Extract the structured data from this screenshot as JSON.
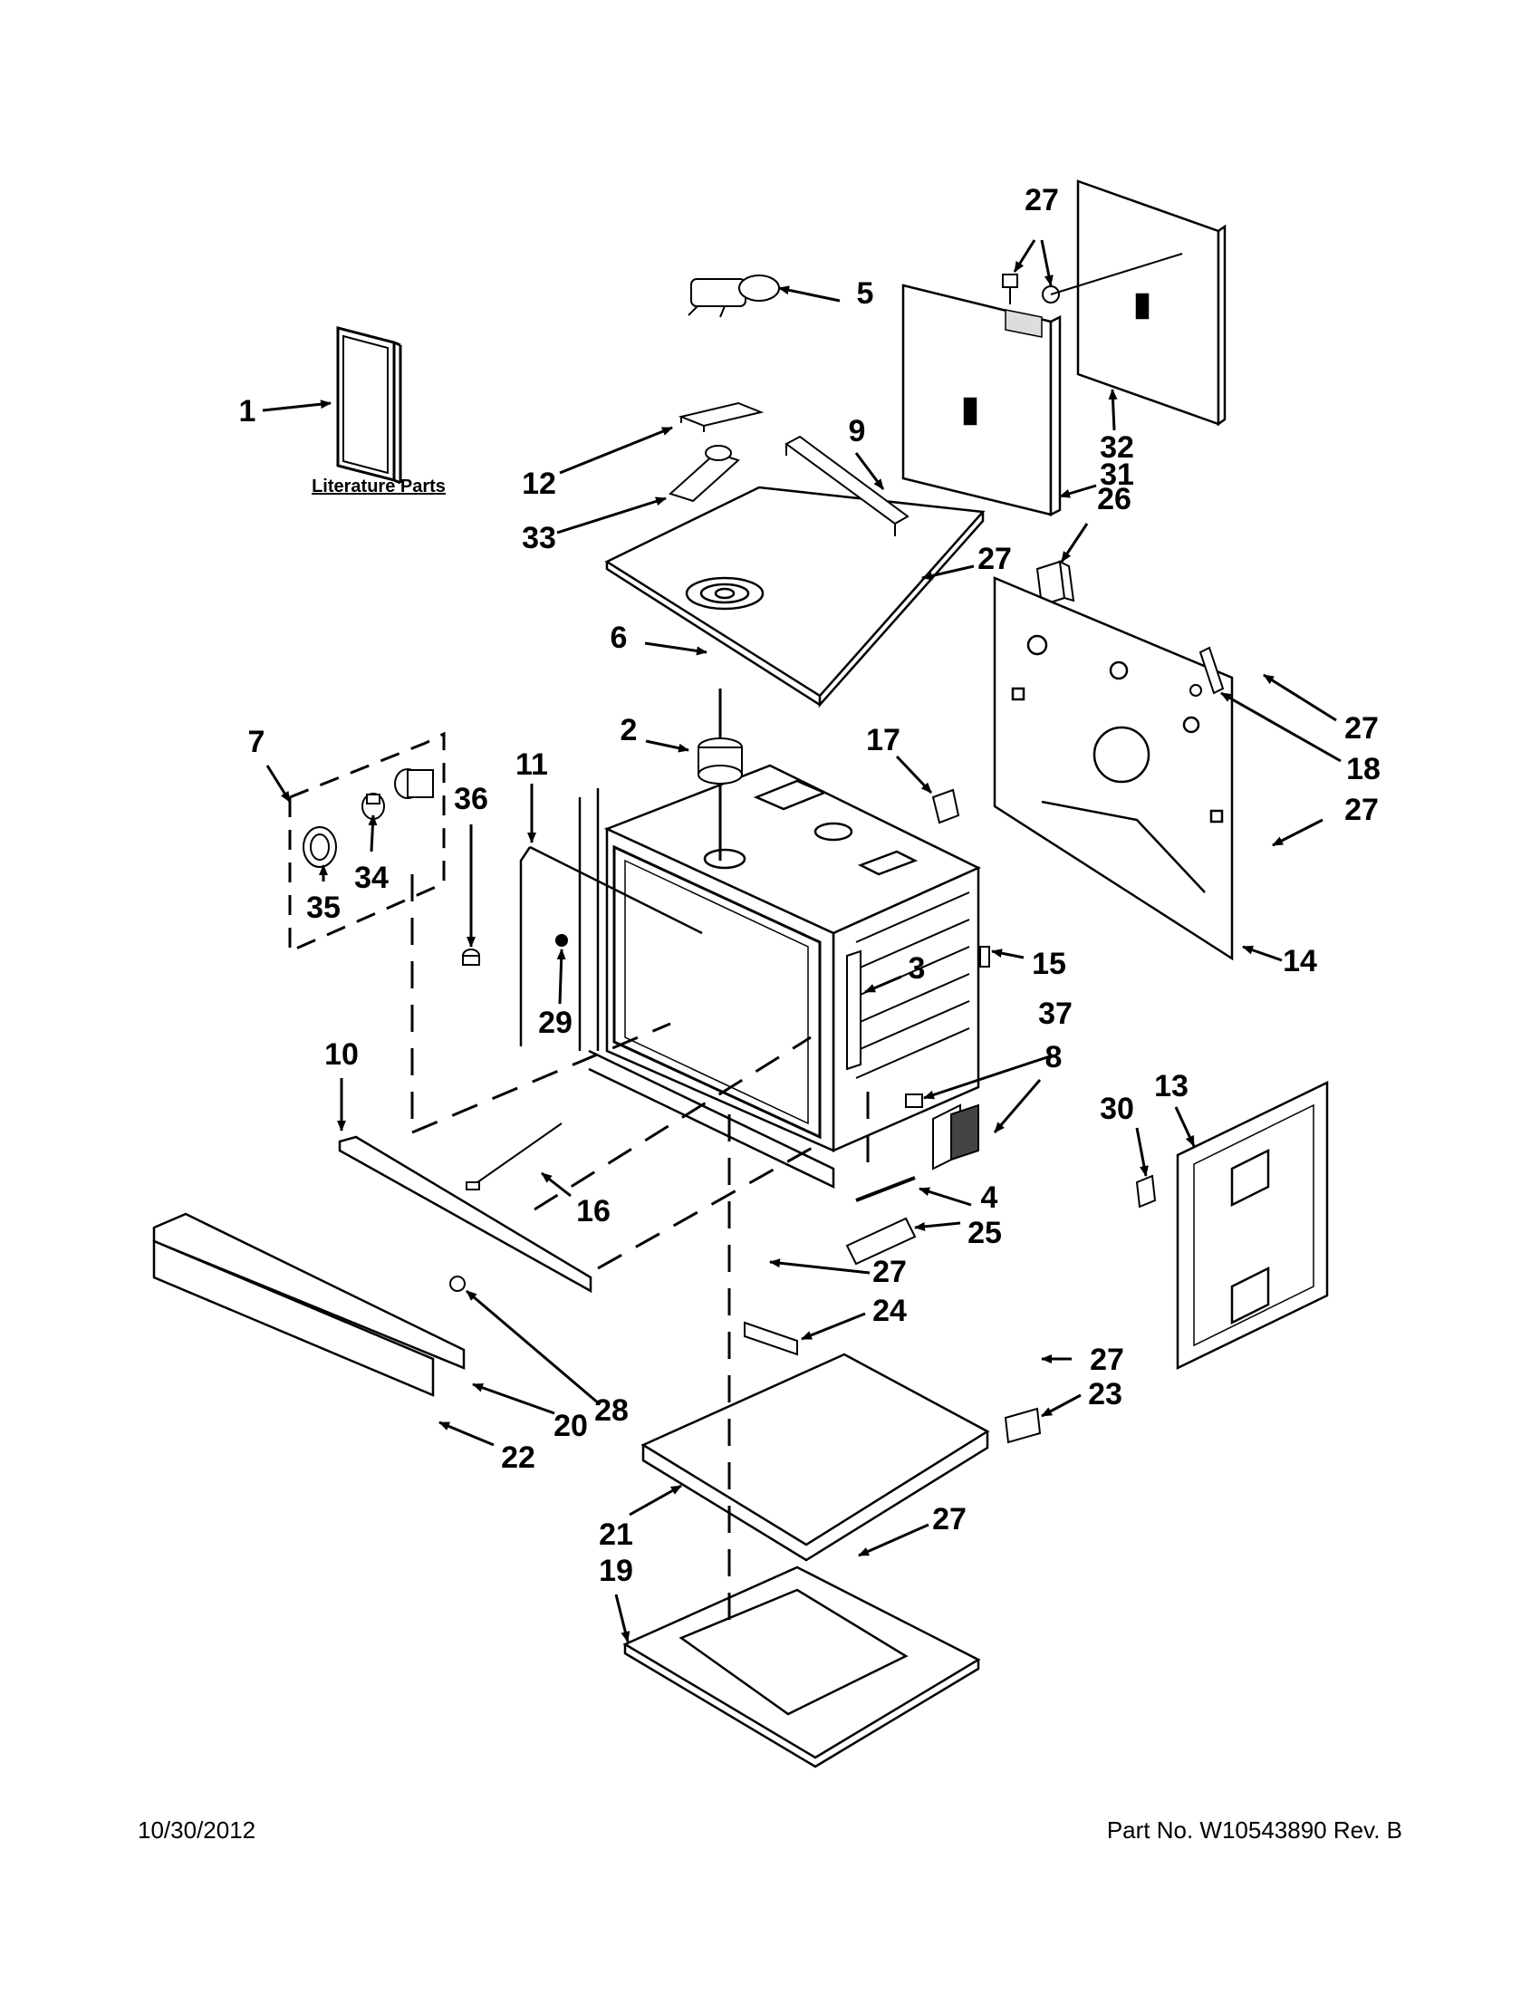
{
  "callouts": [
    "1",
    "2",
    "3",
    "4",
    "5",
    "6",
    "7",
    "8",
    "9",
    "10",
    "11",
    "12",
    "13",
    "14",
    "15",
    "16",
    "17",
    "18",
    "19",
    "20",
    "21",
    "22",
    "23",
    "24",
    "25",
    "26",
    "27",
    "27",
    "27",
    "27",
    "27",
    "27",
    "27",
    "27",
    "28",
    "29",
    "30",
    "31",
    "32",
    "33",
    "34",
    "35",
    "36",
    "37"
  ],
  "literature_label": "Literature Parts",
  "footer": {
    "date": "10/30/2012",
    "part_label": "Part No.",
    "part_number": "W10543890",
    "rev_label": "Rev.",
    "rev": "B"
  }
}
